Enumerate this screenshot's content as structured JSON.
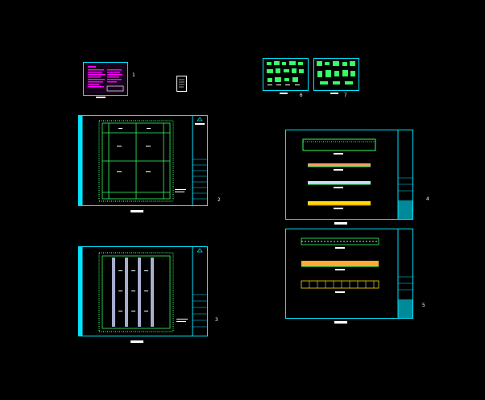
{
  "sheet_numbers": {
    "s1": "1",
    "s2": "2",
    "s3": "3",
    "s4": "4",
    "s5": "5",
    "s6": "6",
    "s7": "7"
  },
  "colors": {
    "background": "#000000",
    "frame": "#00e5ff",
    "drawing": "#33ff66",
    "text": "#ffffff",
    "cover": "#ff00ff",
    "accent": "#ffdd00"
  }
}
